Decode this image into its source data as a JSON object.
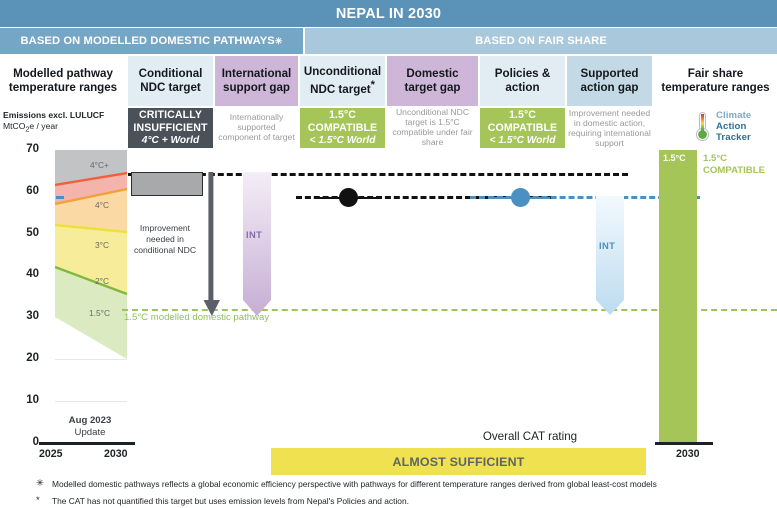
{
  "title": "NEPAL IN 2030",
  "basis": [
    {
      "label": "BASED ON MODELLED DOMESTIC PATHWAYS",
      "marker": "✳"
    },
    {
      "label": "BASED ON FAIR SHARE",
      "marker": ""
    }
  ],
  "columns": [
    {
      "key": "modelled-pathway-temperature-ranges",
      "header": "Modelled pathway temperature ranges",
      "header_style": "white",
      "rating": null
    },
    {
      "key": "conditional-ndc-target",
      "header": "Conditional NDC target",
      "header_style": "blue",
      "rating": {
        "style": "dark",
        "line1": "CRITICALLY",
        "line2": "INSUFFICIENT",
        "italic": "4°C + World"
      }
    },
    {
      "key": "international-support-gap",
      "header": "International support gap",
      "header_style": "purple",
      "rating": {
        "style": "plain",
        "small": "Internationally supported component of target"
      }
    },
    {
      "key": "unconditional-ndc-target",
      "header": "Unconditional NDC target",
      "header_suffix": "*",
      "header_style": "blue",
      "rating": {
        "style": "green",
        "line1": "1.5°C",
        "line2": "COMPATIBLE",
        "italic": "< 1.5°C World"
      }
    },
    {
      "key": "domestic-target-gap",
      "header": "Domestic target gap",
      "header_style": "purple",
      "rating": {
        "style": "plain",
        "small": "Unconditional NDC target is 1.5°C compatible under fair share"
      }
    },
    {
      "key": "policies-and-action",
      "header": "Policies & action",
      "header_style": "blue",
      "rating": {
        "style": "green",
        "line1": "1.5°C",
        "line2": "COMPATIBLE",
        "italic": "< 1.5°C World"
      }
    },
    {
      "key": "supported-action-gap",
      "header": "Supported action gap",
      "header_style": "bluer",
      "rating": {
        "style": "plain",
        "small": "Improvement needed in domestic action, requiring international support"
      }
    },
    {
      "key": "fair-share-temperature-ranges",
      "header": "Fair share temperature ranges",
      "header_style": "white",
      "rating": null
    }
  ],
  "axis": {
    "unit_line1": "Emissions excl. LULUCF",
    "unit_line2_pre": "MtCO",
    "unit_line2_sub": "2",
    "unit_line2_post": "e / year",
    "ticks": [
      70,
      60,
      50,
      40,
      30,
      20,
      10,
      0
    ],
    "ymin": 0,
    "ymax": 70,
    "year_left": "2025",
    "year_right": "2030",
    "year_fairshare": "2030",
    "update_line1": "Aug 2023",
    "update_line2": "Update"
  },
  "chart_data": {
    "type": "area",
    "title": "NEPAL IN 2030",
    "ylabel": "Emissions excl. LULUCF MtCO2e / year",
    "ylim": [
      0,
      70
    ],
    "x": [
      2025,
      2030
    ],
    "grid": true,
    "temperature_bands": [
      {
        "label": "4°C+",
        "color": "#c2c3c5",
        "upper_2025": 70.0,
        "upper_2030": 70.0,
        "lower_2025": 61.5,
        "lower_2030": 64.5
      },
      {
        "label": "4°C",
        "color": "#f4b4ab",
        "line_color": "#f0603c",
        "upper_2025": 61.5,
        "upper_2030": 64.5,
        "lower_2025": 57.0,
        "lower_2030": 60.8
      },
      {
        "label": "3°C",
        "color": "#fbd9a4",
        "line_color": "#f0a13c",
        "upper_2025": 57.0,
        "upper_2030": 60.8,
        "lower_2025": 52.0,
        "lower_2030": 50.5
      },
      {
        "label": "2°C",
        "color": "#f6ec9a",
        "line_color": "#ece13a",
        "upper_2025": 52.0,
        "upper_2030": 50.5,
        "lower_2025": 42.0,
        "lower_2030": 35.5
      },
      {
        "label": "1.5°C",
        "color": "#dceac2",
        "line_color": "#7fb83c",
        "upper_2025": 42.0,
        "upper_2030": 35.5,
        "lower_2025": 30.5,
        "lower_2030": 20.0
      }
    ],
    "markers": [
      {
        "name": "conditional-ndc-target-box",
        "type": "range-box",
        "color": "#a8a9ab",
        "value_high": 62.0,
        "value_low": 58.0
      },
      {
        "name": "unconditional-ndc-target-dot",
        "type": "dot",
        "color": "#111111",
        "value": 58.5
      },
      {
        "name": "policies-and-action-dot",
        "type": "dot",
        "color": "#4a90c0",
        "value": 58.5
      }
    ],
    "reference_lines": [
      {
        "name": "conditional-ndc-level",
        "color": "#111111",
        "style": "dashed",
        "value": 62.0
      },
      {
        "name": "unconditional-ndc-level",
        "color": "#4a90c0",
        "style": "dashed",
        "value": 58.5
      },
      {
        "name": "1.5C-modelled-domestic-pathway",
        "color": "#9ac45e",
        "style": "dashed",
        "value": 32.0,
        "label": "1.5°C modelled domestic pathway"
      }
    ],
    "gap_arrows": [
      {
        "name": "improvement-needed-in-conditional-ndc",
        "color": "#5a6066",
        "from": 62.0,
        "to": 32.0,
        "label": "Improvement needed in conditional NDC"
      },
      {
        "name": "international-support-gap-arrow",
        "color": "#cdb6d8",
        "from": 62.0,
        "to": 32.0,
        "label": "INT"
      },
      {
        "name": "supported-action-gap-arrow",
        "color": "#cfe5f2",
        "from": 58.5,
        "to": 32.0,
        "label": "INT"
      }
    ],
    "fair_share_bar": {
      "name": "fair-share-1.5C-range",
      "color": "#a5c558",
      "top": 70.0,
      "bottom": 0.0,
      "inner_label": "1.5°C",
      "side_label_line1": "1.5°C",
      "side_label_line2": "COMPATIBLE"
    }
  },
  "logo": {
    "line1": "Climate",
    "line2": "Action",
    "line3": "Tracker"
  },
  "overall": {
    "caption": "Overall CAT rating",
    "rating": "ALMOST SUFFICIENT",
    "color": "#efe14f"
  },
  "footnotes": [
    {
      "marker": "✳",
      "text": "Modelled domestic pathways reflects a global economic efficiency perspective with pathways for different temperature ranges derived from global least-cost models"
    },
    {
      "marker": "*",
      "text": "The CAT has not quantified this target but uses emission levels from Nepal's Policies and action."
    }
  ]
}
